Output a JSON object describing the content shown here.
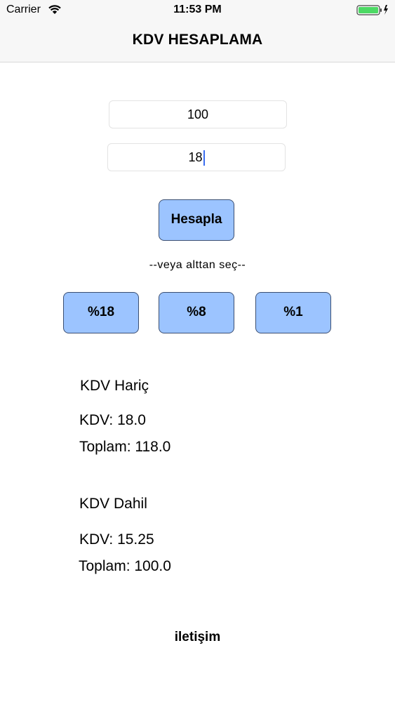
{
  "status_bar": {
    "carrier": "Carrier",
    "time": "11:53 PM",
    "icons": [
      "wifi-icon",
      "battery-icon",
      "charging-bolt-icon"
    ],
    "battery_color": "#4cd964"
  },
  "nav": {
    "title": "KDV HESAPLAMA"
  },
  "form": {
    "amount_value": "100",
    "rate_value": "18",
    "calculate_label": "Hesapla",
    "or_choose_label": "--veya alttan seç--",
    "rate_buttons": [
      {
        "label": "%18"
      },
      {
        "label": "%8"
      },
      {
        "label": "%1"
      }
    ]
  },
  "results": {
    "excluded": {
      "heading": "KDV Hariç",
      "kdv": "KDV: 18.0",
      "total": "Toplam: 118.0"
    },
    "included": {
      "heading": "KDV Dahil",
      "kdv": "KDV: 15.25",
      "total": "Toplam: 100.0"
    }
  },
  "footer": {
    "contact_label": "iletişim"
  },
  "colors": {
    "button_fill": "#9cc4ff",
    "button_border": "#3b4f72",
    "caret": "#3a6df0"
  }
}
